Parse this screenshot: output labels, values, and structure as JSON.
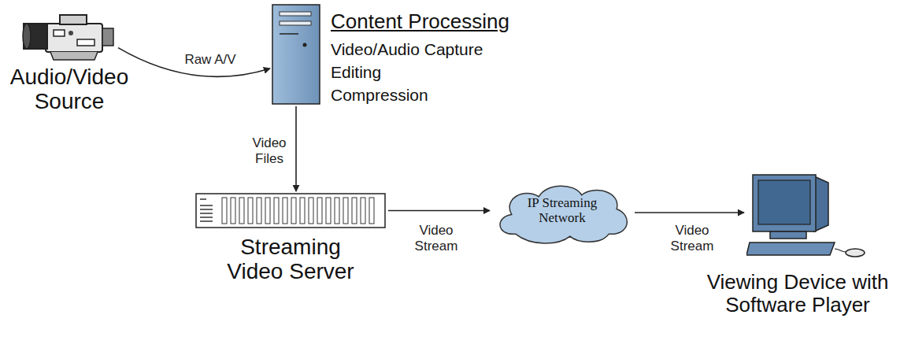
{
  "diagram": {
    "nodes": [
      {
        "text": [
          "Audio/Video Source"
        ]
      },
      {
        "text": [
          "Content Processing",
          "Video/Audio Capture",
          "Editing",
          "Compression"
        ]
      },
      {
        "text": [
          "Streaming Video Server"
        ]
      },
      {
        "text": [
          "IP Streaming Network"
        ]
      },
      {
        "text": [
          "Viewing Device with Software Player"
        ]
      }
    ],
    "edges": [
      {
        "from": 0,
        "to": 1,
        "label": "Raw A/V",
        "arrow": "to"
      },
      {
        "from": 1,
        "to": 2,
        "label": "Video Files",
        "arrow": "to"
      },
      {
        "from": 2,
        "to": 3,
        "label": "Video Stream",
        "arrow": "to"
      },
      {
        "from": 3,
        "to": 4,
        "label": "Video Stream",
        "arrow": "to"
      }
    ]
  }
}
